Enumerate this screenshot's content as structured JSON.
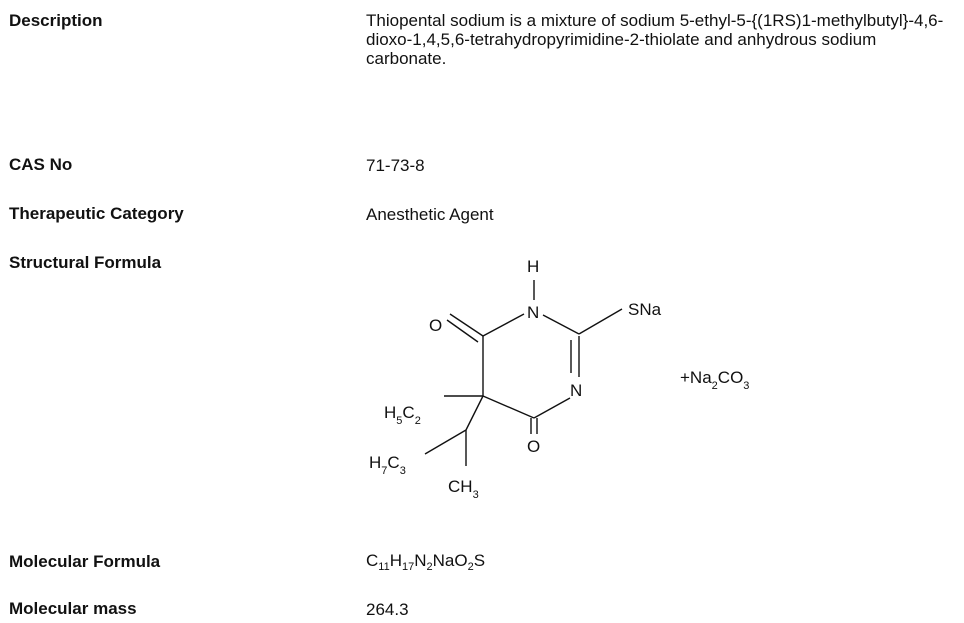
{
  "rows": {
    "description": {
      "label": "Description",
      "value": "Thiopental sodium is a mixture of sodium 5-ethyl-5-{(1RS)1-methylbutyl}-4,6-dioxo-1,4,5,6-tetrahydropyrimidine-2-thiolate and anhydrous sodium carbonate."
    },
    "cas": {
      "label": "CAS No",
      "value": "71-73-8"
    },
    "category": {
      "label": "Therapeutic Category",
      "value": "Anesthetic Agent"
    },
    "structure": {
      "label": "Structural Formula",
      "atoms": {
        "h_top": "H",
        "n1": "N",
        "sna": "SNa",
        "o_left": "O",
        "n2": "N",
        "o_bottom": "O",
        "h5c2": [
          "H",
          "5",
          "C",
          "2"
        ],
        "h7c3": [
          "H",
          "7",
          "C",
          "3"
        ],
        "ch3": [
          "CH",
          "3"
        ],
        "na2co3": [
          "+Na",
          "2",
          "CO",
          "3"
        ]
      }
    },
    "formula": {
      "label": "Molecular Formula",
      "parts": [
        "C",
        "11",
        "H",
        "17",
        "N",
        "2",
        "NaO",
        "2",
        "S"
      ]
    },
    "mass": {
      "label": "Molecular mass",
      "value": "264.3"
    }
  }
}
